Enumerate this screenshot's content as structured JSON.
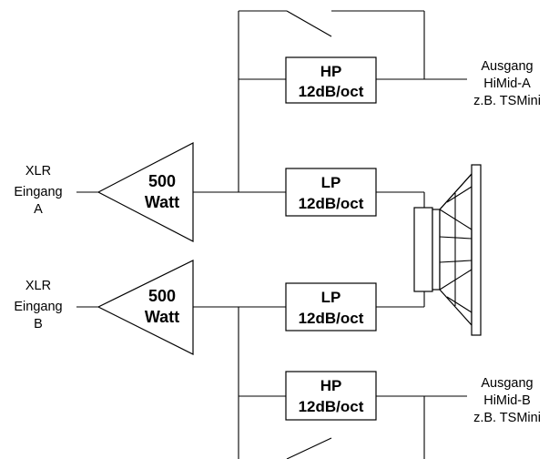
{
  "inputs": {
    "a": {
      "line1": "XLR",
      "line2": "Eingang",
      "line3": "A"
    },
    "b": {
      "line1": "XLR",
      "line2": "Eingang",
      "line3": "B"
    }
  },
  "amplifiers": {
    "a": {
      "value": "500",
      "unit": "Watt"
    },
    "b": {
      "value": "500",
      "unit": "Watt"
    }
  },
  "filters": {
    "hp_a": {
      "type": "HP",
      "slope": "12dB/oct"
    },
    "lp_a": {
      "type": "LP",
      "slope": "12dB/oct"
    },
    "lp_b": {
      "type": "LP",
      "slope": "12dB/oct"
    },
    "hp_b": {
      "type": "HP",
      "slope": "12dB/oct"
    }
  },
  "outputs": {
    "a": {
      "line1": "Ausgang",
      "line2": "HiMid-A",
      "line3": "z.B. TSMini"
    },
    "b": {
      "line1": "Ausgang",
      "line2": "HiMid-B",
      "line3": "z.B. TSMini"
    }
  }
}
